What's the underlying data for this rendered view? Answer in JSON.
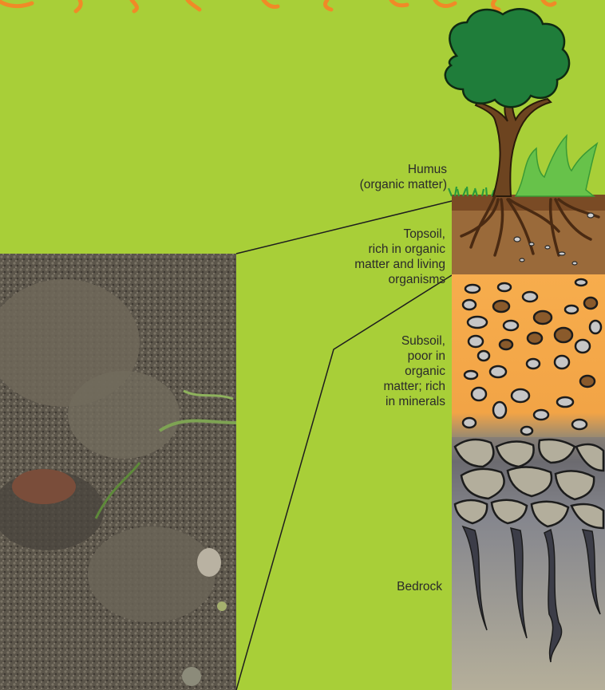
{
  "diagram": {
    "labels": {
      "humus": "Humus\n(organic matter)",
      "topsoil": "Topsoil,\nrich in organic\nmatter and living\norganisms",
      "subsoil": "Subsoil,\npoor in\norganic\nmatter; rich\nin minerals",
      "bedrock": "Bedrock"
    },
    "colors": {
      "background": "#a8cf38",
      "humus": "#7a4b25",
      "topsoil": "#9a6a3a",
      "subsoil": "#f6a94a",
      "bedrock": "#b1aa92",
      "bedrock_cracks": "#3c3d48",
      "tree_canopy": "#1f7d3a",
      "trunk": "#6d4420",
      "grass": "#43b24a"
    }
  }
}
